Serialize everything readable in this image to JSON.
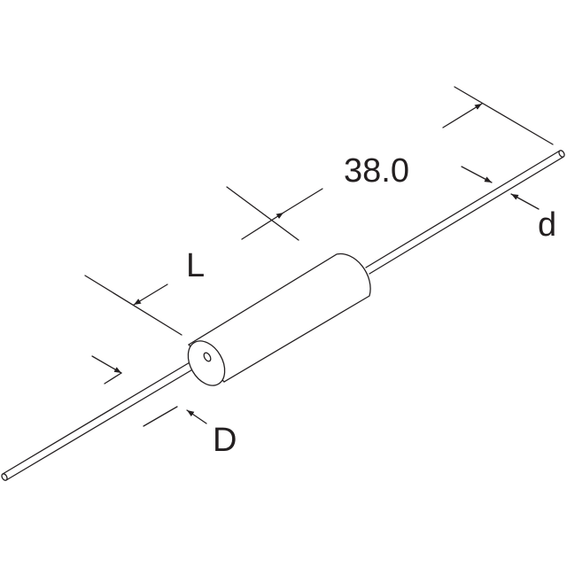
{
  "labels": {
    "length": "38.0",
    "body_length": "L",
    "lead_diameter": "d",
    "body_diameter": "D"
  },
  "colors": {
    "stroke": "#231f20",
    "background": "#ffffff"
  }
}
